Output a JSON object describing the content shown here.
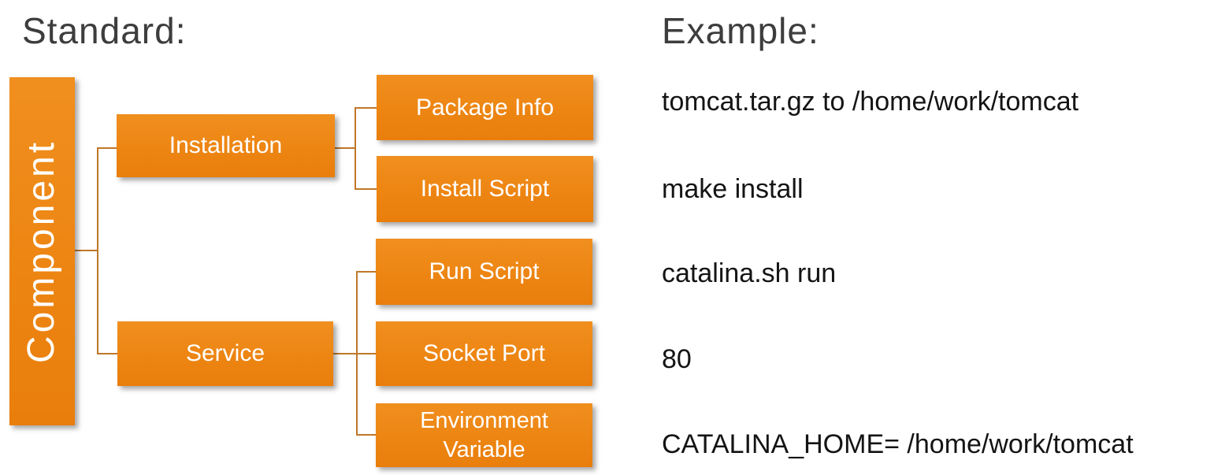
{
  "titles": {
    "standard": "Standard:",
    "example": "Example:"
  },
  "colors": {
    "node_fill": "#ED8512",
    "connector_line": "#C0772A",
    "title_text": "#3D3D3D",
    "example_text": "#141414",
    "node_text": "#FFFFFF",
    "background": "#FFFFFF"
  },
  "nodes": {
    "component": "Component",
    "installation": "Installation",
    "service": "Service",
    "package_info": "Package Info",
    "install_script": "Install Script",
    "run_script": "Run Script",
    "socket_port": "Socket Port",
    "environment_variable": "Environment Variable"
  },
  "hierarchy": {
    "root": "Component",
    "branches": [
      {
        "label": "Installation",
        "children": [
          "Package Info",
          "Install Script"
        ]
      },
      {
        "label": "Service",
        "children": [
          "Run Script",
          "Socket Port",
          "Environment Variable"
        ]
      }
    ]
  },
  "examples": [
    "tomcat.tar.gz to /home/work/tomcat",
    "make install",
    "catalina.sh run",
    "80",
    "CATALINA_HOME= /home/work/tomcat"
  ]
}
